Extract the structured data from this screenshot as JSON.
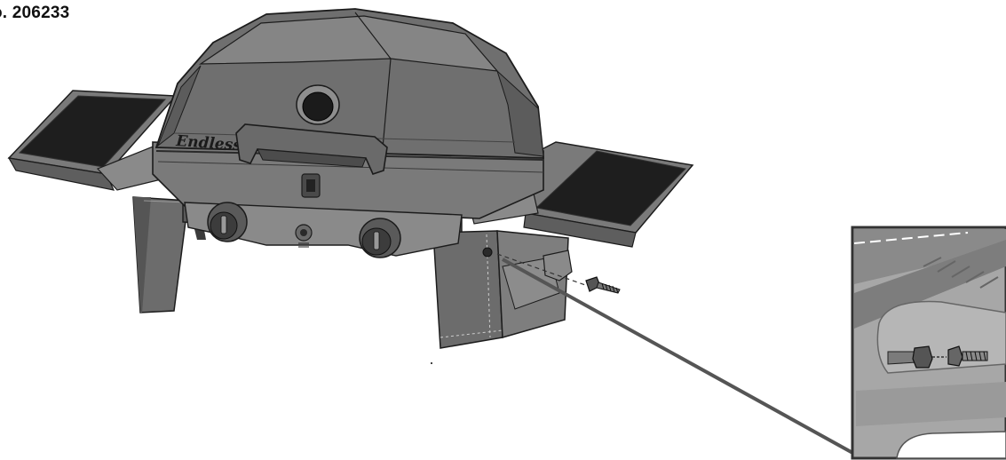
{
  "document": {
    "part_number_label": "o. 206233",
    "brand_logo_text": "Endless",
    "figure": {
      "main": "portable gas grill with folding side shelves and stand",
      "detail": "zoomed inset showing bolt insertion"
    }
  },
  "colors": {
    "grill_body": "#6f6f6f",
    "grill_shade": "#8a8a8a",
    "shelf_mat": "#1e1e1e",
    "shelf_frame": "#7a7a7a",
    "leg": "#6c6c6c",
    "outline": "#1c1c1c",
    "leader_line": "#555555",
    "inset_bg": "#a7a7a7"
  }
}
